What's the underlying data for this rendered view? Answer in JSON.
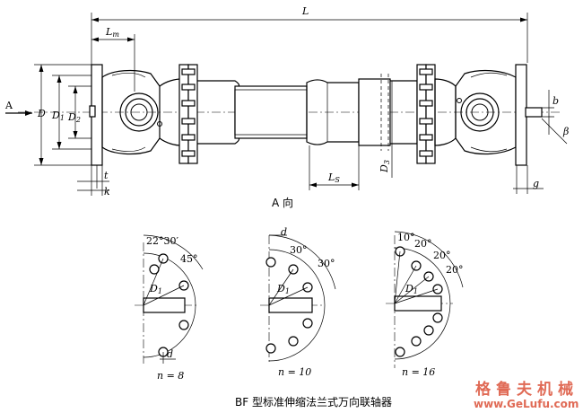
{
  "dimensions": {
    "L": "L",
    "Lm": "L",
    "Lm_sub": "m",
    "D": "D",
    "D1": "D",
    "D1_sub": "1",
    "D2": "D",
    "D2_sub": "2",
    "D3": "D",
    "D3_sub": "3",
    "Ls": "L",
    "Ls_sub": "S",
    "t": "t",
    "k": "k",
    "b": "b",
    "beta": "β",
    "g": "g"
  },
  "view_arrow_label": "A",
  "view_caption": "A 向",
  "patterns": [
    {
      "n_label": "n = 8",
      "angle1": "22°30′",
      "angle2": "45°",
      "d": "d",
      "D1": "D",
      "D1_sub": "1"
    },
    {
      "n_label": "n = 10",
      "angle1": "30°",
      "angle2": "30°",
      "d": "d",
      "D1": "D",
      "D1_sub": "1"
    },
    {
      "n_label": "n = 16",
      "angle1": "10°",
      "angle2": "20°",
      "angle3": "20°",
      "angle4": "20°",
      "D1": "D",
      "D1_sub": "1"
    }
  ],
  "title": "BF 型标准伸缩法兰式万向联轴器",
  "watermark": {
    "cn": "格鲁夫机械",
    "url": "www.GeLufu.com",
    "color": "#e06a55"
  }
}
